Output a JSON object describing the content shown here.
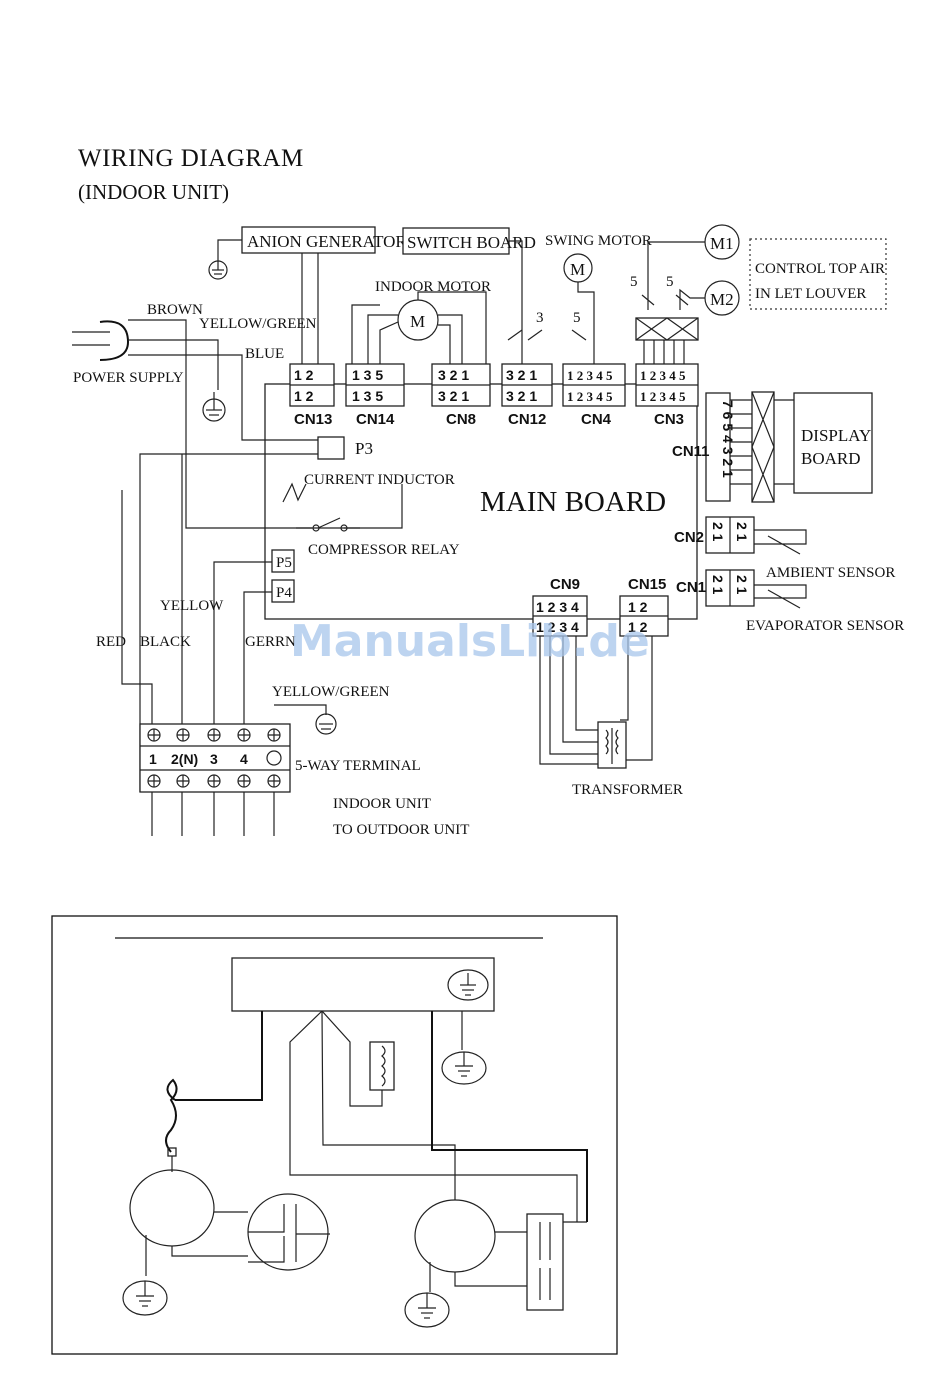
{
  "top_diagram": {
    "title": "WIRING DIAGRAM",
    "subtitle": "(INDOOR UNIT)",
    "labels": {
      "anion_generator": "ANION GENERATOR",
      "switch_board": "SWITCH BOARD",
      "swing_motor": "SWING MOTOR",
      "indoor_motor": "INDOOR MOTOR",
      "motor_symbol": "M",
      "m1": "M1",
      "m2": "M2",
      "control_louver_line1": "CONTROL TOP AIR",
      "control_louver_line2": "IN LET LOUVER",
      "brown": "BROWN",
      "yellow_green": "YELLOW/GREEN",
      "blue": "BLUE",
      "power_supply": "POWER SUPPLY",
      "p3": "P3",
      "current_inductor": "CURRENT INDUCTOR",
      "main_board": "MAIN BOARD",
      "compressor_relay": "COMPRESSOR RELAY",
      "p5": "P5",
      "p4": "P4",
      "yellow": "YELLOW",
      "red": "RED",
      "black": "BLACK",
      "gerrn": "GERRN",
      "yellow_green_2": "YELLOW/GREEN",
      "five_way_terminal": "5-WAY TERMINAL",
      "indoor_unit": "INDOOR UNIT",
      "to_outdoor_unit": "TO OUTDOOR UNIT",
      "display_board_line1": "DISPLAY",
      "display_board_line2": "BOARD",
      "ambient_sensor": "AMBIENT SENSOR",
      "evaporator_sensor": "EVAPORATOR SENSOR",
      "transformer": "TRANSFORMER",
      "wire_3": "3",
      "wire_5a": "5",
      "wire_5b": "5",
      "wire_5c": "5"
    },
    "connectors": {
      "cn13": {
        "name": "CN13",
        "pins": "1 2"
      },
      "cn14": {
        "name": "CN14",
        "pins": "1 3 5"
      },
      "cn8": {
        "name": "CN8",
        "pins": "3 2 1"
      },
      "cn12": {
        "name": "CN12",
        "pins": "3 2 1"
      },
      "cn4": {
        "name": "CN4",
        "pins": "1 2 3 4 5"
      },
      "cn3": {
        "name": "CN3",
        "pins": "1 2 3 4 5"
      },
      "cn11": {
        "name": "CN11",
        "pins": "7 6 5 4 3 2 1"
      },
      "cn2": {
        "name": "CN2",
        "pins": "2 1"
      },
      "cn1": {
        "name": "CN1",
        "pins": "2 1"
      },
      "cn9": {
        "name": "CN9",
        "pins": "1 2 3 4"
      },
      "cn15": {
        "name": "CN15",
        "pins": "1 2"
      }
    },
    "terminal_numbers": [
      "1",
      "2(N)",
      "3",
      "4"
    ]
  },
  "watermark": "ManualsLib.de"
}
